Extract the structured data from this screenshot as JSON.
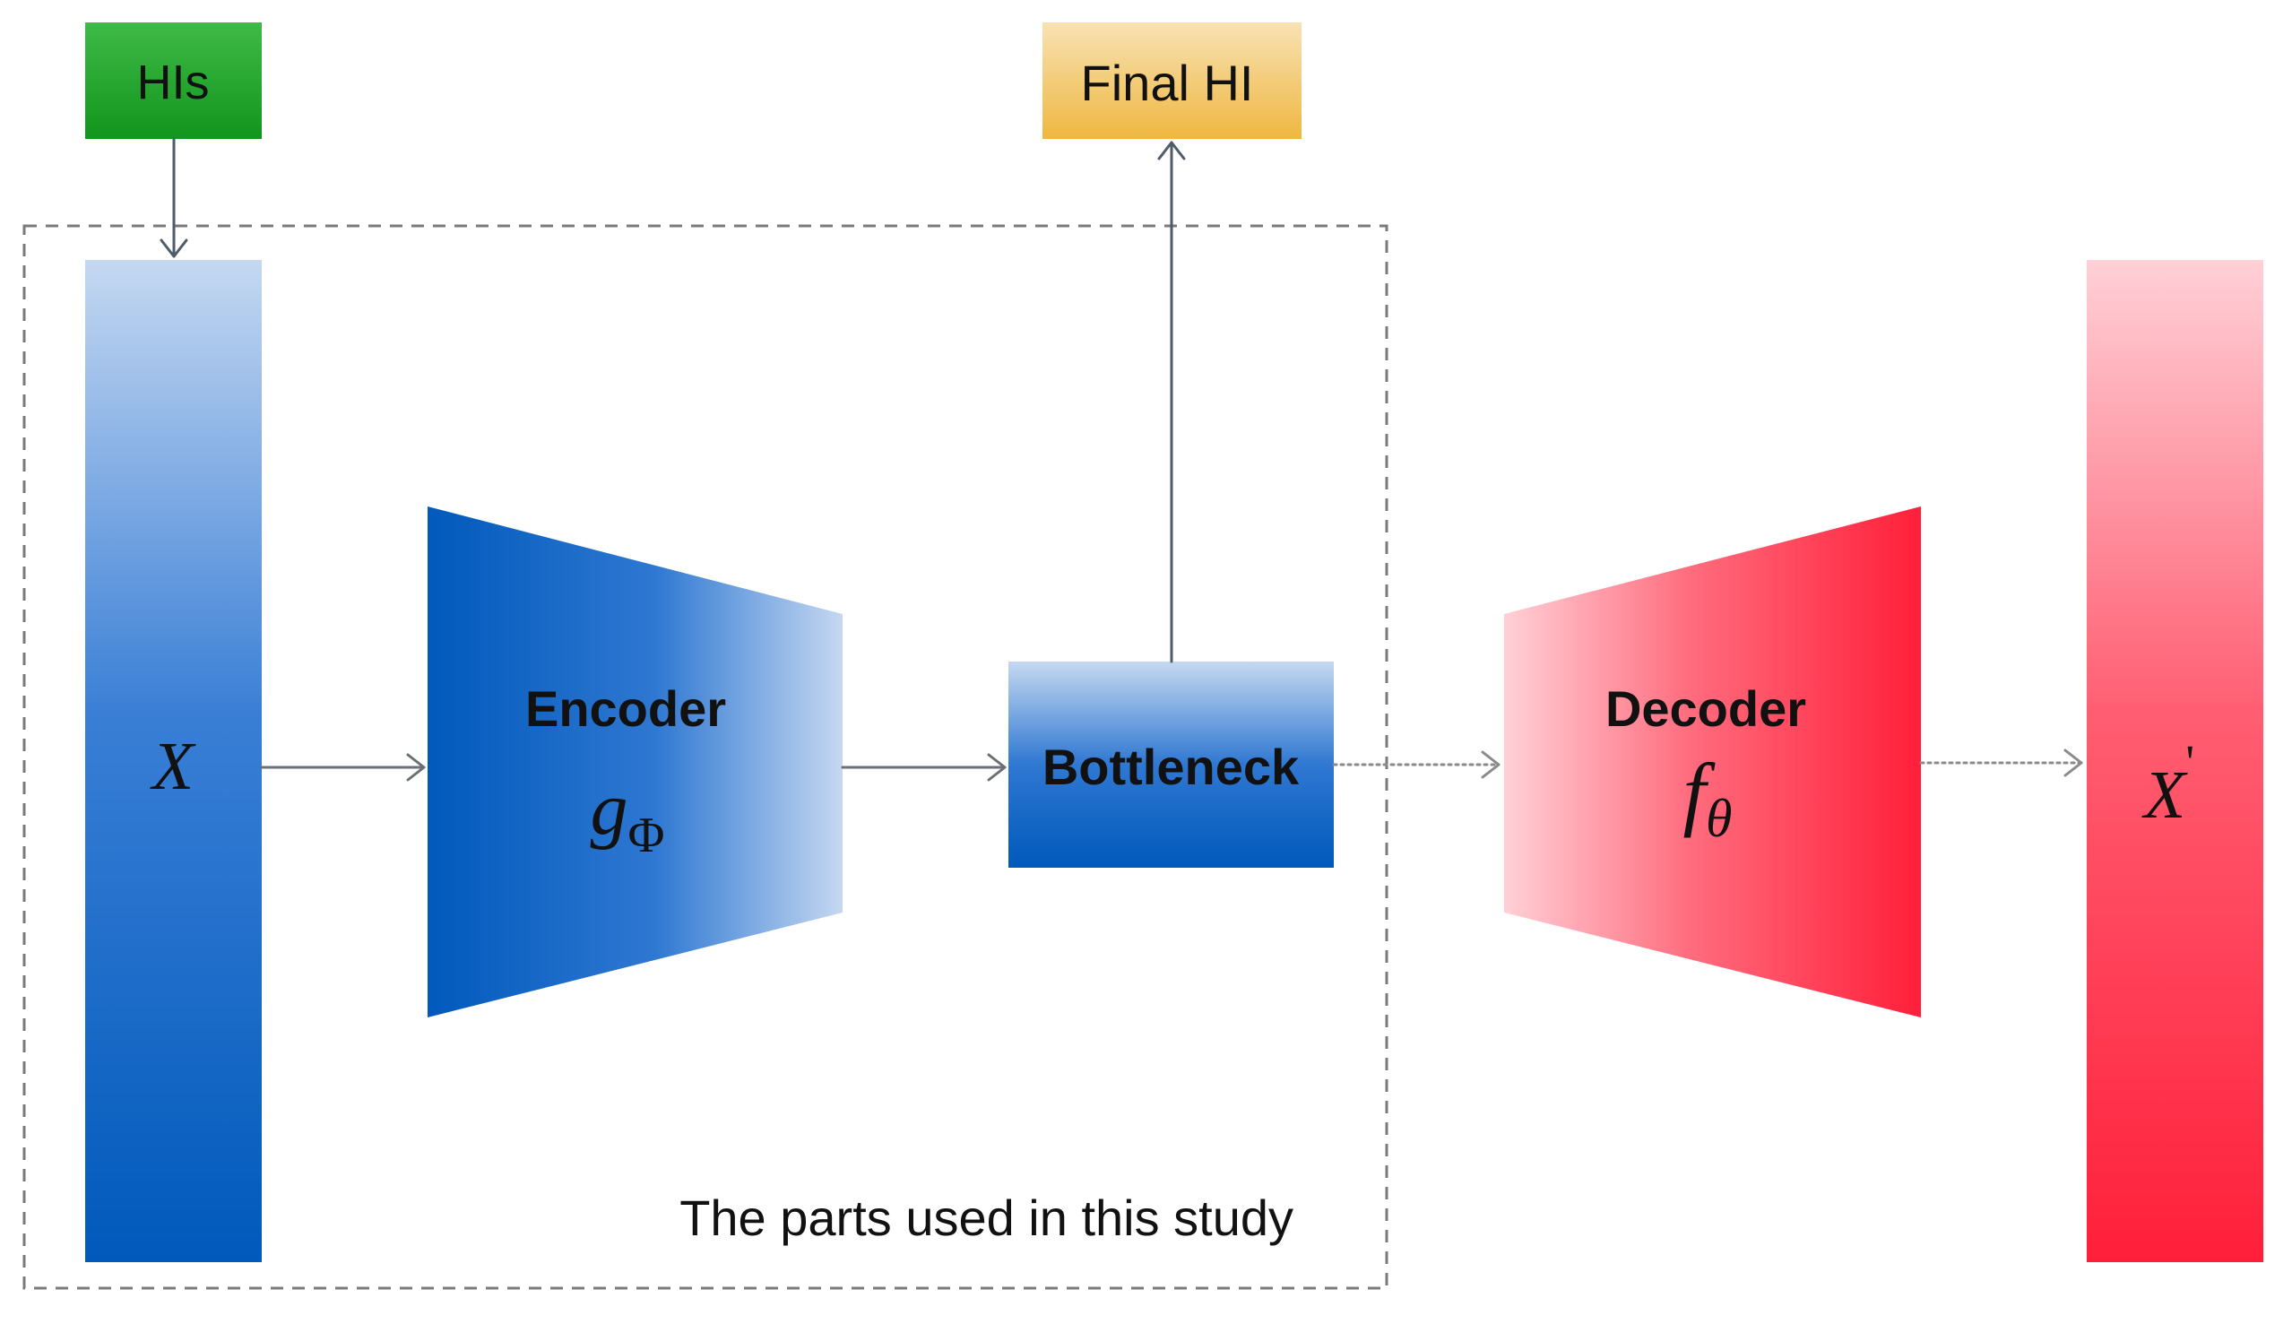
{
  "nodes": {
    "his_box": {
      "label": "HIs"
    },
    "final_hi_box": {
      "label": "Final HI"
    },
    "input_bar": {
      "symbol": "X"
    },
    "encoder": {
      "title": "Encoder",
      "symbol_main": "g",
      "symbol_sub": "Φ"
    },
    "bottleneck": {
      "label": "Bottleneck"
    },
    "decoder": {
      "title": "Decoder",
      "symbol_main": "f",
      "symbol_sub": "θ"
    },
    "output_bar": {
      "symbol": "X",
      "prime": "'"
    }
  },
  "study_region": {
    "caption": "The parts used in this study"
  },
  "colors": {
    "blue_dark": "#0059bb",
    "blue_light": "#c5d8f1",
    "red_strong": "#ff1f3a",
    "red_light": "#ffd0d7",
    "green_top": "#3fba46",
    "green_bottom": "#11951d",
    "orange_top": "#f8e2b4",
    "orange_bottom": "#efb740",
    "arrow": "#4f5a6a",
    "dashed": "#7a7a7a"
  }
}
